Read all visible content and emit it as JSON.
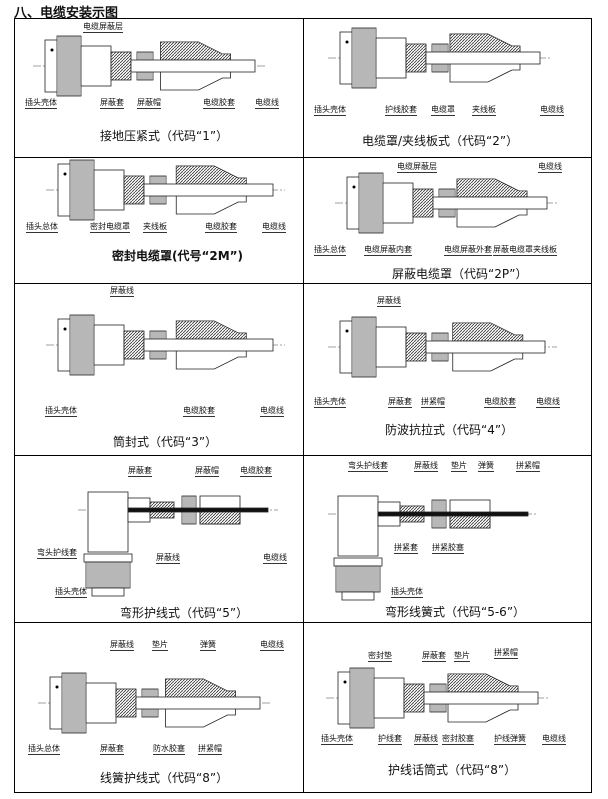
{
  "section_title": "八、电缆安装示图",
  "cells": [
    {
      "caption": "接地压紧式（代码“1”）",
      "labels": [
        "电缆屏蔽层",
        "插头壳体",
        "屏蔽套",
        "屏蔽帽",
        "电缆胶套",
        "电缆线"
      ]
    },
    {
      "caption": "电缆罩/夹线板式（代码“2”）",
      "labels": [
        "插头壳体",
        "护线胶套",
        "电缆罩",
        "夹线板",
        "电缆线"
      ]
    },
    {
      "caption": "密封电缆罩(代号“2M”)",
      "labels": [
        "插头总体",
        "密封电缆罩",
        "夹线板",
        "电缆胶套",
        "电缆线"
      ]
    },
    {
      "caption": "屏蔽电缆罩（代码“2P”）",
      "labels": [
        "电缆屏蔽层",
        "电缆线",
        "插头总体",
        "电缆屏蔽内套",
        "电缆屏蔽外套",
        "屏蔽电缆罩",
        "夹线板"
      ]
    },
    {
      "caption": "筒封式（代码“3”）",
      "labels": [
        "屏蔽线",
        "插头壳体",
        "电缆胶套",
        "电缆线"
      ]
    },
    {
      "caption": "防波抗拉式（代码“4”）",
      "labels": [
        "屏蔽线",
        "插头壳体",
        "屏蔽套",
        "拼紧帽",
        "电缆胶套",
        "电缆线"
      ]
    },
    {
      "caption": "弯形护线式（代码“5”）",
      "labels": [
        "屏蔽套",
        "屏蔽帽",
        "电缆胶套",
        "弯头护线套",
        "屏蔽线",
        "电缆线",
        "插头壳体"
      ]
    },
    {
      "caption": "弯形线簧式（代码“5-6”）",
      "labels": [
        "弯头护线套",
        "屏蔽线",
        "垫片",
        "弹簧",
        "拼紧帽",
        "拼紧套",
        "拼紧胶塞",
        "插头壳体"
      ]
    },
    {
      "caption": "线簧护线式（代码“8”）",
      "labels": [
        "屏蔽线",
        "垫片",
        "弹簧",
        "电缆线",
        "插头总体",
        "屏蔽套",
        "防水胶塞",
        "拼紧帽"
      ]
    },
    {
      "caption": "护线话筒式（代码“8”）",
      "labels": [
        "密封垫",
        "屏蔽套",
        "垫片",
        "拼紧帽",
        "插头壳体",
        "护线套",
        "屏蔽线",
        "密封胶塞",
        "护线弹簧",
        "电缆线"
      ]
    }
  ]
}
